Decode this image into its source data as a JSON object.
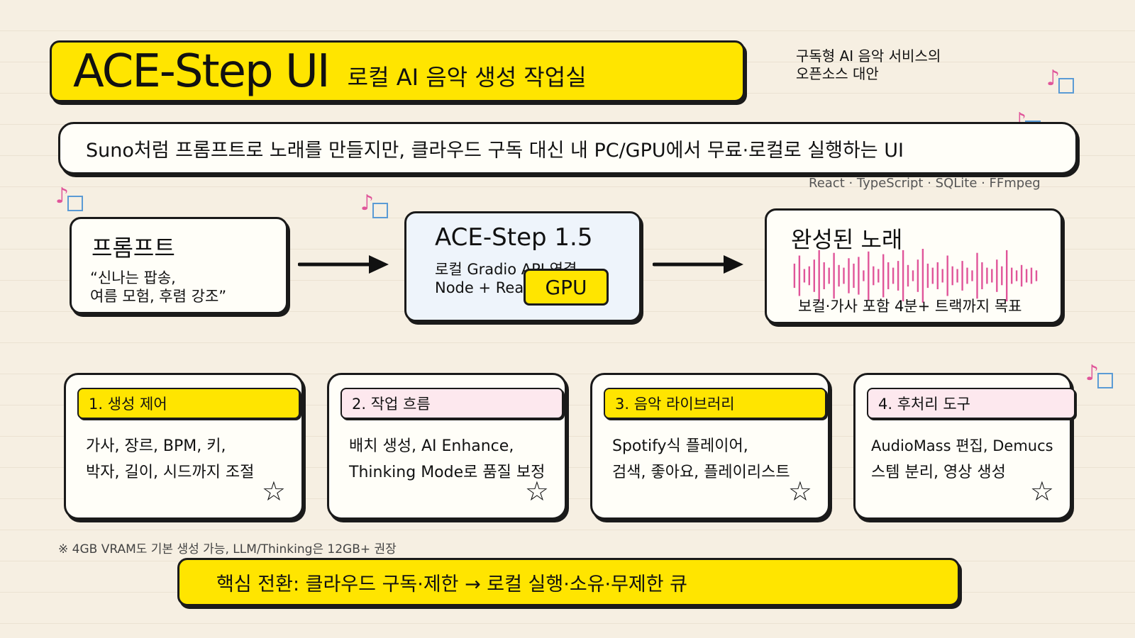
{
  "header": {
    "title": "ACE-Step UI",
    "subtitle": "로컬 AI 음악 생성 작업실"
  },
  "tagline": {
    "line1": "구독형 AI 음악 서비스의",
    "line2": "오픈소스 대안"
  },
  "summary": "Suno처럼 프롬프트로 노래를 만들지만, 클라우드 구독 대신 내 PC/GPU에서 무료·로컬로 실행하는 UI",
  "tech_stack": "React · TypeScript · SQLite · FFmpeg",
  "flow": {
    "prompt": {
      "title": "프롬프트",
      "quote_line1": "“신나는 팝송,",
      "quote_line2": "여름 모험, 후렴 강조”"
    },
    "engine": {
      "title": "ACE-Step 1.5",
      "line1": "로컬 Gradio API 연결",
      "line2": "Node + React",
      "badge": "GPU"
    },
    "song": {
      "title": "완성된 노래",
      "desc": "보컬·가사 포함 4분+ 트랙까지 목표",
      "waveform": [
        0.45,
        0.75,
        0.25,
        0.35,
        0.6,
        0.95,
        0.5,
        0.3,
        0.85,
        0.4,
        0.3,
        0.65,
        0.45,
        0.7,
        0.2,
        0.9,
        0.35,
        0.25,
        0.8,
        0.5,
        0.3,
        0.55,
        0.95,
        0.4,
        0.2,
        0.6,
        1.0,
        0.45,
        0.3,
        0.5,
        0.25,
        0.75,
        0.35,
        0.25,
        0.55,
        0.3,
        0.2,
        0.85,
        0.5,
        0.3,
        0.25,
        0.6,
        0.35,
        0.95,
        0.3,
        0.2,
        0.4,
        0.25,
        0.3,
        0.2
      ]
    }
  },
  "cards": [
    {
      "title": "1. 생성 제어",
      "line1": "가사, 장르, BPM, 키,",
      "line2": "박자, 길이, 시드까지 조절",
      "head_color": "#ffe500"
    },
    {
      "title": "2. 작업 흐름",
      "line1": "배치 생성, AI Enhance,",
      "line2": "Thinking Mode로 품질 보정",
      "head_color": "#fde8ee"
    },
    {
      "title": "3. 음악 라이브러리",
      "line1": "Spotify식 플레이어,",
      "line2": "검색, 좋아요, 플레이리스트",
      "head_color": "#ffe500"
    },
    {
      "title": "4. 후처리 도구",
      "line1": "AudioMass 편집, Demucs",
      "line2": "스템 분리, 영상 생성",
      "head_color": "#fde8ee"
    }
  ],
  "star_glyph": "☆",
  "footnote": "※ 4GB VRAM도 기본 생성 가능, LLM/Thinking은 12GB+ 권장",
  "core_message": "핵심 전환: 클라우드 구독·제한 → 로컬 실행·소유·무제한 큐",
  "colors": {
    "accent_yellow": "#ffe500",
    "pink": "#e0559a",
    "blue_square": "#5b9bd5",
    "outline": "#1a1a1a",
    "card_pink": "#fde8ee"
  },
  "decor": {
    "music_note_glyph": "♪",
    "music_note_color": "#e0559a",
    "square_color": "#5b9bd5"
  }
}
